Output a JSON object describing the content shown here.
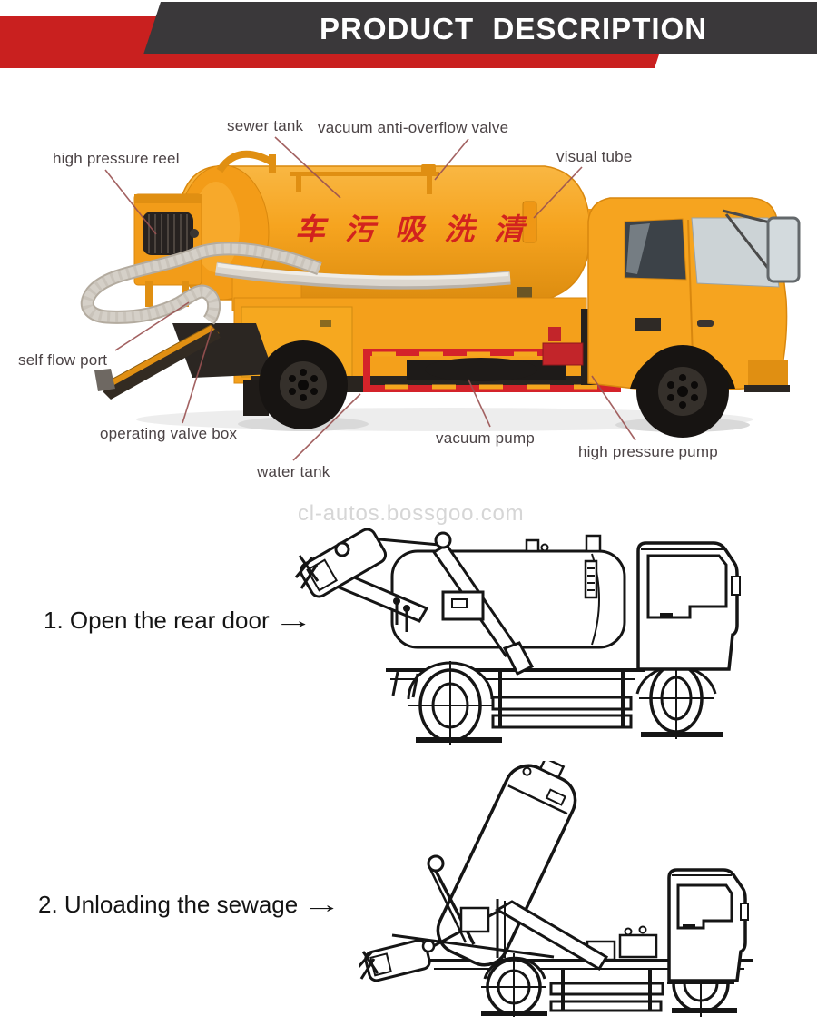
{
  "header": {
    "title": "PRODUCT  DESCRIPTION"
  },
  "colors": {
    "header_red": "#c9201f",
    "header_dark": "#3a383a",
    "truck_orange": "#f6a41f",
    "truck_orange_dark": "#e08f12",
    "chassis_guard_red": "#d4232a",
    "tank_marking_red": "#d2231e",
    "label_text": "#4b4345",
    "leader_line": "#9a5252",
    "watermark_gray": "#cfcfcf",
    "line_art_black": "#151515"
  },
  "photo": {
    "tank_marking": "车 污 吸 洗 清",
    "labels": [
      {
        "id": "sewer-tank",
        "text": "sewer tank"
      },
      {
        "id": "vacuum-anti-overflow-valve",
        "text": "vacuum anti-overflow valve"
      },
      {
        "id": "high-pressure-reel",
        "text": "high pressure reel"
      },
      {
        "id": "visual-tube",
        "text": "visual tube"
      },
      {
        "id": "self-flow-port",
        "text": "self flow port"
      },
      {
        "id": "operating-valve-box",
        "text": "operating valve box"
      },
      {
        "id": "water-tank",
        "text": "water tank"
      },
      {
        "id": "vacuum-pump",
        "text": "vacuum pump"
      },
      {
        "id": "high-pressure-pump",
        "text": "high pressure pump"
      }
    ]
  },
  "watermark": {
    "text": "cl-autos.bossgoo.com"
  },
  "steps": [
    {
      "text": "1. Open the rear door",
      "arrow": "→"
    },
    {
      "text": "2. Unloading the sewage",
      "arrow": "→"
    }
  ]
}
